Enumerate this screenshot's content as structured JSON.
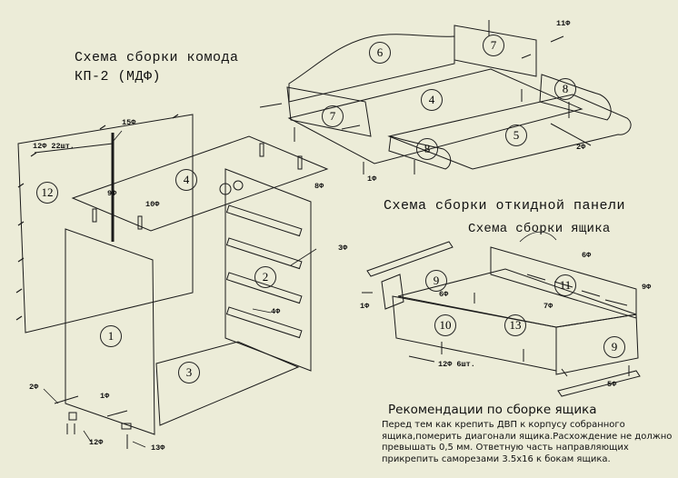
{
  "titles": {
    "main_line1": "Схема сборки комода",
    "main_line2": "КП-2 (МДФ)",
    "panel": "Схема сборки откидной панели",
    "drawer": "Схема сборки ящика"
  },
  "recommendations": {
    "title": "Рекомендации по сборке ящика",
    "body": "Перед тем как крепить ДВП к корпусу собранного ящика,померить диагонали ящика.Расхождение не должно превышать 0,5 мм. Ответную часть направляющих прикрепить саморезами 3.5х16 к бокам ящика."
  },
  "part_numbers": [
    "1",
    "2",
    "3",
    "4",
    "4",
    "5",
    "6",
    "7",
    "7",
    "8",
    "8",
    "9",
    "9",
    "10",
    "11",
    "12",
    "13"
  ],
  "fasteners": {
    "f11": "11Ф",
    "f2_panel": "2Ф",
    "f1_panel": "1Ф",
    "f15": "15Ф",
    "f12_22": "12Ф 22шт.",
    "f9": "9Ф",
    "f10": "10Ф",
    "f8": "8Ф",
    "f3": "3Ф",
    "f4": "4Ф",
    "f2_left": "2Ф",
    "f1_left": "1Ф",
    "f12_left": "12Ф",
    "f13": "13Ф",
    "f6_top": "6Ф",
    "f9_right": "9Ф",
    "f1_drawer": "1Ф",
    "f6_drawer": "6Ф",
    "f7": "7Ф",
    "f12_6": "12Ф 6шт.",
    "f5": "5Ф"
  },
  "colors": {
    "background": "#ececd8",
    "line": "#1a1a1a"
  }
}
